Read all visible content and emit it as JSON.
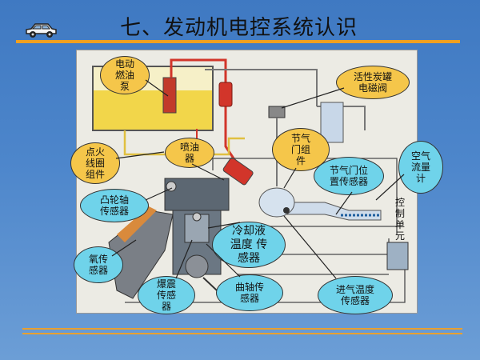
{
  "title": "七、发动机电控系统认识",
  "callouts": {
    "fuel_pump": "电动\n燃油\n泵",
    "canister_valve": "活性炭罐\n电磁阀",
    "throttle_body": "节气\n门组\n件",
    "ignition_coil": "点火\n线圈\n组件",
    "injector": "喷油\n器",
    "tps": "节气门位\n置传感器",
    "maf": "空气\n流量\n计",
    "cam_sensor": "凸轮轴\n传感器",
    "ecu": "控\n制\n单\n元",
    "coolant_sensor": "冷却液\n温度 传\n感器",
    "o2_sensor": "氧传\n感器",
    "knock_sensor": "爆震\n传感\n器",
    "crank_sensor": "曲轴传\n感器",
    "iat_sensor": "进气温度\n传感器"
  },
  "colors": {
    "yellow_callout": "#f5c64a",
    "blue_callout": "#6fd3ea",
    "accent_rule": "#f0a020"
  }
}
